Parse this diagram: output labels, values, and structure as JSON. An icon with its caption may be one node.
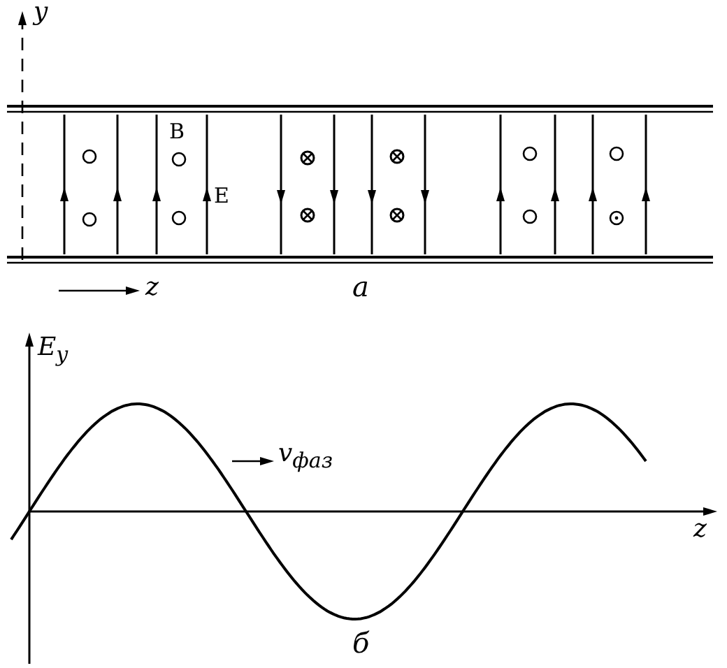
{
  "diagram": {
    "labels": [
      "y",
      "B",
      "E",
      "z",
      "а",
      "E$_{y}$",
      "v$_{фаз}$",
      "z",
      "б"
    ]
  }
}
